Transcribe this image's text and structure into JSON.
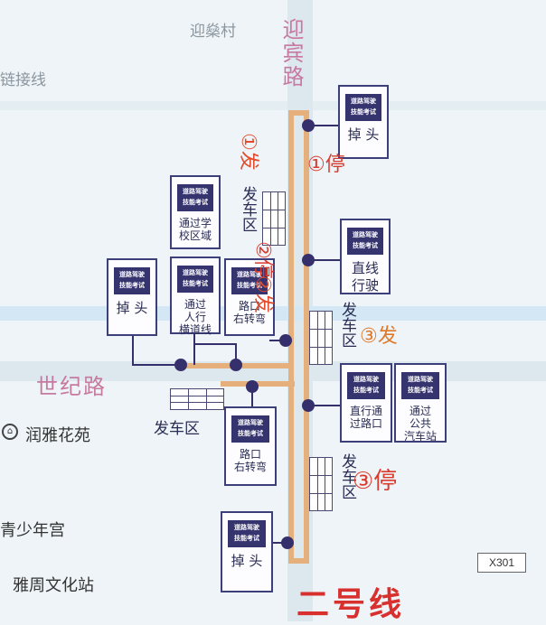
{
  "map_labels": {
    "village": "迎燊村",
    "link_line": "链接线",
    "yingbin_road": "迎宾路",
    "shiji_road": "世纪路",
    "poi_runya": "润雅花苑",
    "poi_youth": "青少年宫",
    "poi_yazhou": "雅周文化站",
    "road_sign": "X301",
    "route_name": "二号线"
  },
  "card_badge": [
    "道路驾驶",
    "技能考试"
  ],
  "cards": [
    {
      "id": "uturn-top",
      "caption": "掉 头",
      "big": true
    },
    {
      "id": "school",
      "caption": "通过学\n校区域",
      "big": false
    },
    {
      "id": "straight",
      "caption": "直线\n行驶",
      "big": true
    },
    {
      "id": "uturn-left",
      "caption": "掉 头",
      "big": true
    },
    {
      "id": "crosswalk",
      "caption": "通过\n人行\n横道线",
      "big": false
    },
    {
      "id": "intersection-right-1",
      "caption": "路口\n右转弯",
      "big": false
    },
    {
      "id": "straight-intersection",
      "caption": "直行通\n过路口",
      "big": false
    },
    {
      "id": "bus-stop",
      "caption": "通过\n公共\n汽车站",
      "big": false
    },
    {
      "id": "intersection-right-2",
      "caption": "路口\n右转弯",
      "big": false
    },
    {
      "id": "uturn-bottom",
      "caption": "掉 头",
      "big": true
    }
  ],
  "launch_area": "发车区",
  "markers": {
    "start1": "①发",
    "stop1": "①停",
    "stop2": "②停",
    "start2": "②发",
    "start3": "③发",
    "stop3": "③停"
  }
}
